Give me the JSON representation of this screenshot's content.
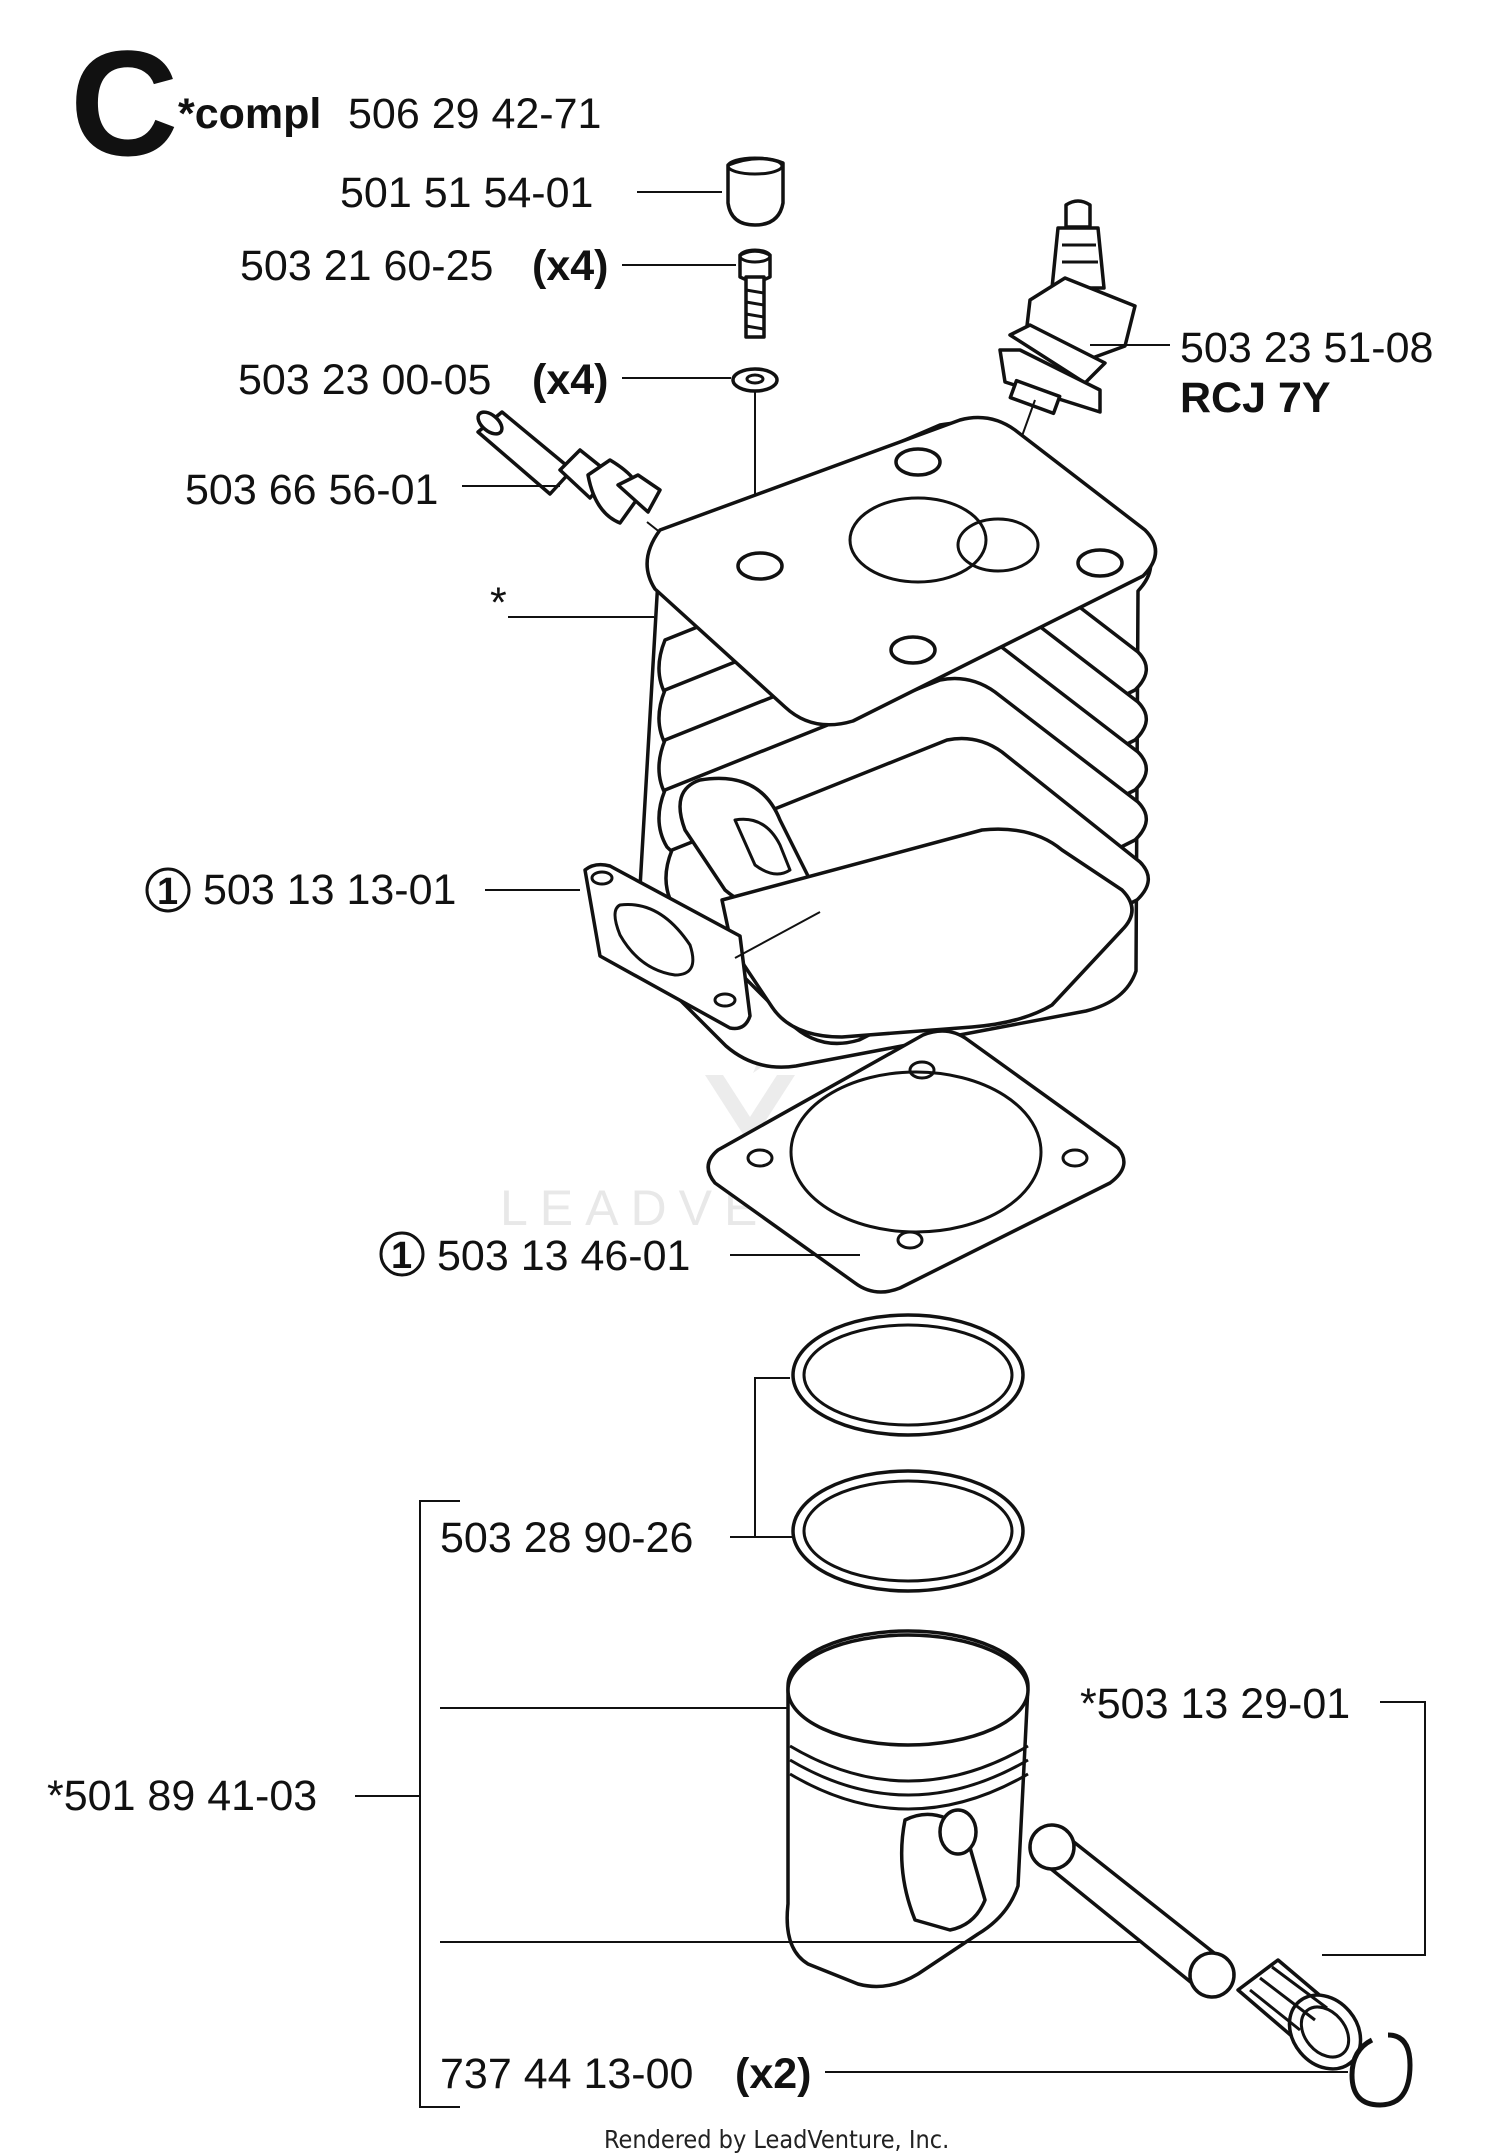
{
  "header": {
    "letter": "C",
    "compl_prefix": "*compl",
    "compl_number": "506 29 42-71"
  },
  "parts": {
    "p_plug_cap": "501 51 54-01",
    "p_screw": "503 21 60-25",
    "p_screw_qty": "(x4)",
    "p_washer": "503 23 00-05",
    "p_washer_qty": "(x4)",
    "p_valve": "503 66 56-01",
    "p_spark": "503 23 51-08",
    "p_spark_sub": "RCJ 7Y",
    "p_cyl": "*",
    "p_gasket_small": "503 13 13-01",
    "p_gasket_small_mark": "1",
    "p_gasket_base": "503 13 46-01",
    "p_gasket_base_mark": "1",
    "p_rings": "503 28 90-26",
    "p_piston_kit": "*501 89 41-03",
    "p_bearing": "*503 13 29-01",
    "p_circlip": "737 44 13-00",
    "p_circlip_qty": "(x2)"
  },
  "watermark": "LEADVENTURE",
  "footer": "Rendered by LeadVenture, Inc."
}
